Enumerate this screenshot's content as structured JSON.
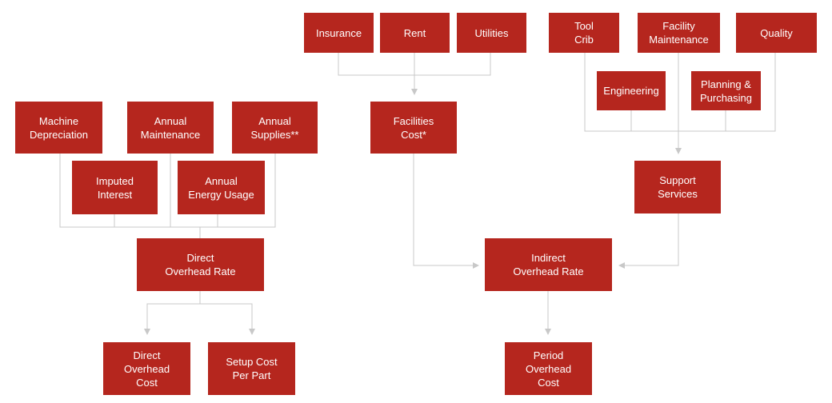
{
  "colors": {
    "box_fill": "#b5261e",
    "box_text": "#ffffff",
    "connector": "#c8c8c8",
    "background": "#ffffff"
  },
  "nodes": {
    "insurance": "Insurance",
    "rent": "Rent",
    "utilities": "Utilities",
    "tool_crib": "Tool\nCrib",
    "facility_maintenance": "Facility\nMaintenance",
    "quality": "Quality",
    "engineering": "Engineering",
    "planning_purchasing": "Planning &\nPurchasing",
    "machine_depreciation": "Machine\nDepreciation",
    "annual_maintenance": "Annual\nMaintenance",
    "annual_supplies": "Annual\nSupplies**",
    "imputed_interest": "Imputed\nInterest",
    "annual_energy_usage": "Annual\nEnergy Usage",
    "facilities_cost": "Facilities\nCost*",
    "support_services": "Support\nServices",
    "direct_overhead_rate": "Direct\nOverhead Rate",
    "indirect_overhead_rate": "Indirect\nOverhead Rate",
    "direct_overhead_cost": "Direct\nOverhead\nCost",
    "setup_cost_per_part": "Setup Cost\nPer Part",
    "period_overhead_cost": "Period\nOverhead\nCost"
  }
}
